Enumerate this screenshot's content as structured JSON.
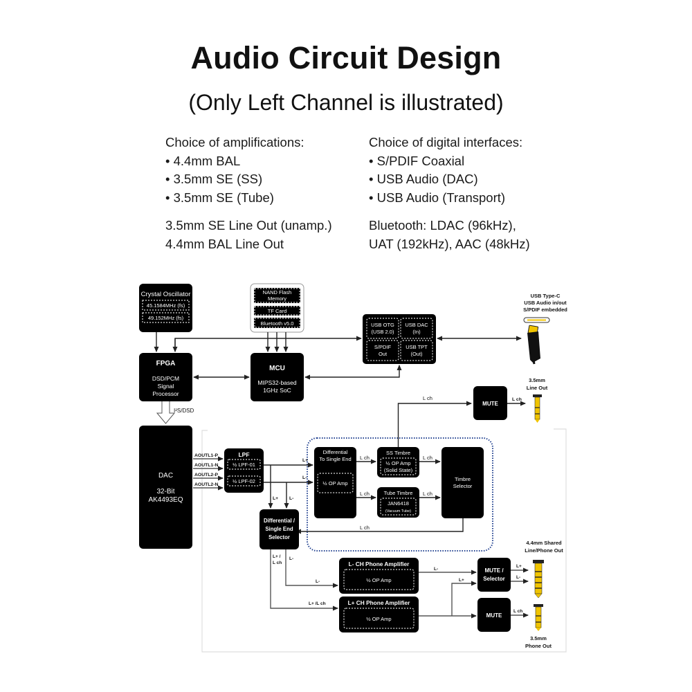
{
  "header": {
    "title": "Audio Circuit Design",
    "subtitle": "(Only Left Channel is illustrated)"
  },
  "features": {
    "left": {
      "heading": "Choice of amplifications:",
      "items": [
        "• 4.4mm BAL",
        "• 3.5mm SE (SS)",
        "• 3.5mm SE (Tube)"
      ],
      "extra": [
        "3.5mm SE Line Out (unamp.)",
        "4.4mm BAL Line Out"
      ]
    },
    "right": {
      "heading": "Choice of digital interfaces:",
      "items": [
        "• S/PDIF Coaxial",
        "• USB Audio (DAC)",
        "• USB Audio (Transport)"
      ],
      "extra": [
        "Bluetooth: LDAC (96kHz),",
        "UAT (192kHz), AAC (48kHz)"
      ]
    }
  },
  "diagram": {
    "crystal": {
      "title": "Crystal Oscillator",
      "freq1": "45.1584MHz (fs)",
      "freq2": "49.152MHz (fs)"
    },
    "storage": {
      "nand": [
        "NAND Flash",
        "Memory"
      ],
      "tf": "TF Card",
      "bt": "Bluetooth v5.0"
    },
    "fpga": {
      "title": "FPGA",
      "lines": [
        "DSD/PCM",
        "Signal",
        "Processor"
      ]
    },
    "mcu": {
      "title": "MCU",
      "lines": [
        "MIPS32-based",
        "1GHz SoC"
      ]
    },
    "usb_block": {
      "otg": [
        "USB OTG",
        "(USB 2.0)"
      ],
      "dac": [
        "USB DAC",
        "(In)"
      ],
      "spdif": [
        "S/PDIF",
        "Out"
      ],
      "tpt": [
        "USB TPT",
        "(Out)"
      ]
    },
    "usbc": {
      "label": [
        "USB Type-C",
        "USB Audio in/out",
        "S/PDIF embedded"
      ]
    },
    "i2s_label": "I²S/DSD",
    "dac": {
      "title": "DAC",
      "lines": [
        "32-Bit",
        "AK4493EQ"
      ]
    },
    "dac_outputs": [
      "AOUTL1-P",
      "AOUTL1-N",
      "AOUTL2-P",
      "AOUTL2-N"
    ],
    "lpf": {
      "title": "LPF",
      "sub1": "½ LPF-01",
      "sub2": "½ LPF-02"
    },
    "diff_to_se": {
      "title": [
        "Differential",
        "To Single End"
      ],
      "sub": "½ OP Amp"
    },
    "ss_timbre": {
      "title": "SS Timbre",
      "sub": [
        "½ OP Amp",
        "(Solid State)"
      ]
    },
    "tube_timbre": {
      "title": "Tube Timbre",
      "sub": [
        "JAN6418",
        "(Vacuum Tube)"
      ]
    },
    "timbre_selector": {
      "title": [
        "Timbre",
        "Selector"
      ]
    },
    "diff_selector": {
      "title": [
        "Differential /",
        "Single End",
        "Selector"
      ]
    },
    "l_minus_amp": {
      "title": "L- CH Phone Amplifier",
      "sub": "½ OP Amp"
    },
    "l_plus_amp": {
      "title": "L+ CH Phone Amplifier",
      "sub": "½ OP Amp"
    },
    "mute_line": "MUTE",
    "mute_selector": [
      "MUTE /",
      "Selector"
    ],
    "mute_phone": "MUTE",
    "out_35_line": [
      "3.5mm",
      "Line Out"
    ],
    "out_44": [
      "4.4mm Shared",
      "Line/Phone Out"
    ],
    "out_35_phone": [
      "3.5mm",
      "Phone Out"
    ],
    "signal_labels": {
      "lch": "L ch",
      "lplus": "L+",
      "lminus": "L-",
      "lplus_lch_stack": [
        "L+ /",
        "L ch"
      ],
      "lplus_lch": "L+ /L ch"
    },
    "colors": {
      "block": "#000000",
      "dotted_frame": "#1f3f8f",
      "plug_gold": "#f0c400"
    }
  }
}
